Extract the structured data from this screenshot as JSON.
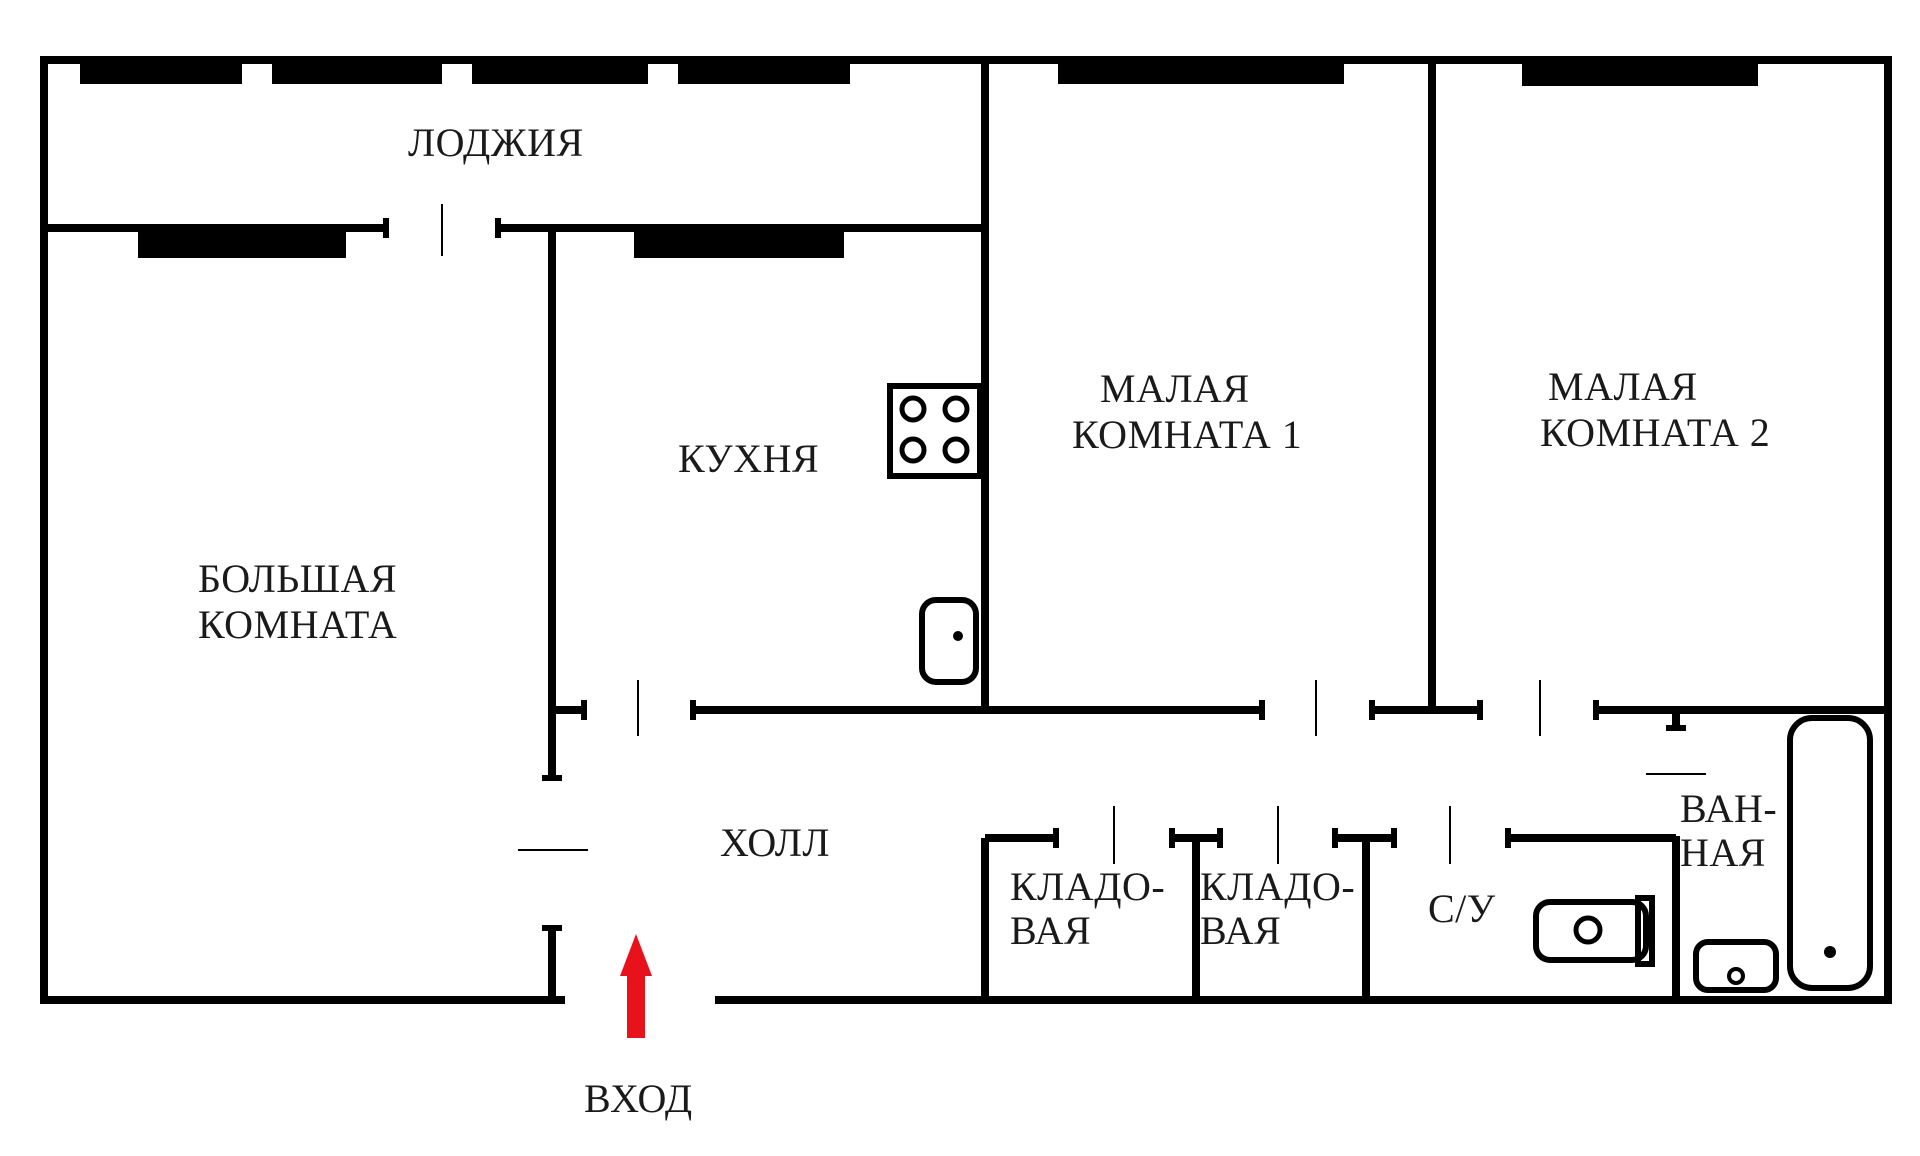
{
  "title": "",
  "rooms": {
    "loggia": [
      "ЛОДЖИЯ"
    ],
    "big_room": [
      "БОЛЬШАЯ",
      "КОМНАТА"
    ],
    "kitchen": [
      "КУХНЯ"
    ],
    "small_room_1": [
      "МАЛАЯ",
      "КОМНАТА 1"
    ],
    "small_room_2": [
      "МАЛАЯ",
      "КОМНАТА 2"
    ],
    "hall": [
      "ХОЛЛ"
    ],
    "storage_1": [
      "КЛАДО-",
      "ВАЯ"
    ],
    "storage_2": [
      "КЛАДО-",
      "ВАЯ"
    ],
    "wc": [
      "С/У"
    ],
    "bathroom": [
      "ВАН-",
      "НАЯ"
    ]
  },
  "entrance": {
    "label": "ВХОД",
    "arrow_color": "#e8121c"
  },
  "colors": {
    "walls": "#000000",
    "background": "#ffffff",
    "text": "#1a1a1a"
  },
  "icons": [
    "stove-icon",
    "kitchen-sink-icon",
    "toilet-icon",
    "washbasin-icon",
    "bathtub-icon",
    "entrance-arrow-icon"
  ]
}
